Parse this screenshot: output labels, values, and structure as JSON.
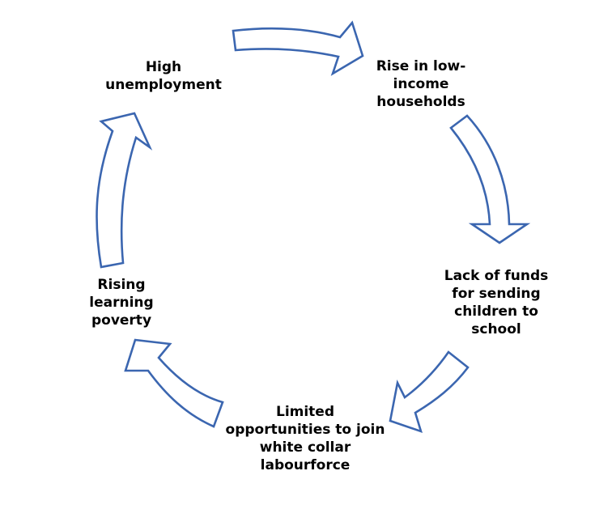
{
  "diagram": {
    "stroke_color": "#3b66b0",
    "nodes": [
      {
        "label": "High\nunemployment"
      },
      {
        "label": "Rise in low-\nincome\nhouseholds"
      },
      {
        "label": "Lack of funds\nfor sending\nchildren to\nschool"
      },
      {
        "label": "Limited\nopportunities to join\nwhite collar\nlabourforce"
      },
      {
        "label": "Rising\nlearning\npoverty"
      }
    ]
  }
}
